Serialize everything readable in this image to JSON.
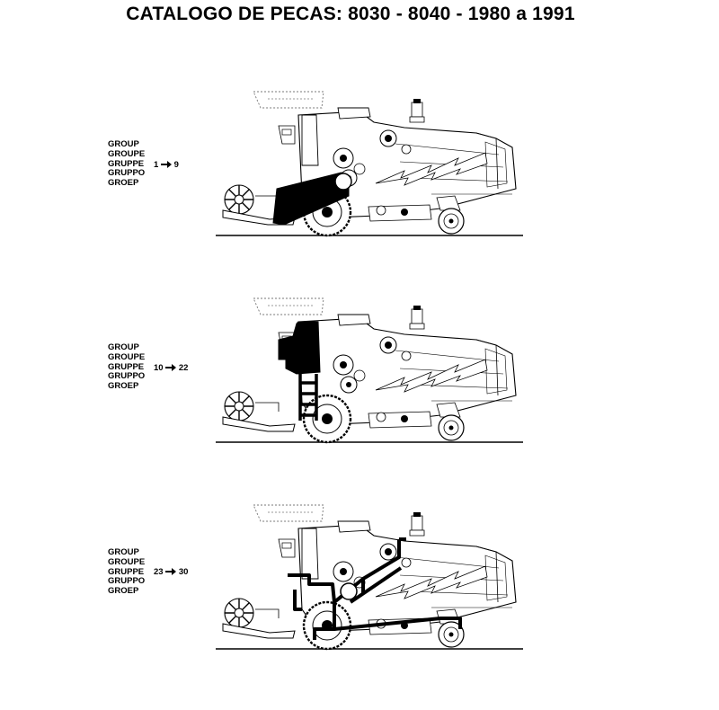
{
  "page": {
    "title": "CATALOGO DE PECAS: 8030 - 8040 - 1980 a 1991"
  },
  "sections": [
    {
      "labels": [
        "GROUP",
        "GROUPE",
        "GRUPPE",
        "GRUPPO",
        "GROEP"
      ],
      "range_from": "1",
      "range_to": "9",
      "highlight": "feeder"
    },
    {
      "labels": [
        "GROUP",
        "GROUPE",
        "GRUPPE",
        "GRUPPO",
        "GROEP"
      ],
      "range_from": "10",
      "range_to": "22",
      "highlight": "cab-and-ladder"
    },
    {
      "labels": [
        "GROUP",
        "GROUPE",
        "GRUPPE",
        "GRUPPO",
        "GROEP"
      ],
      "range_from": "23",
      "range_to": "30",
      "highlight": "frame"
    }
  ],
  "icons": {
    "arrow": "right-arrow-icon",
    "machine": "combine-harvester-icon"
  }
}
